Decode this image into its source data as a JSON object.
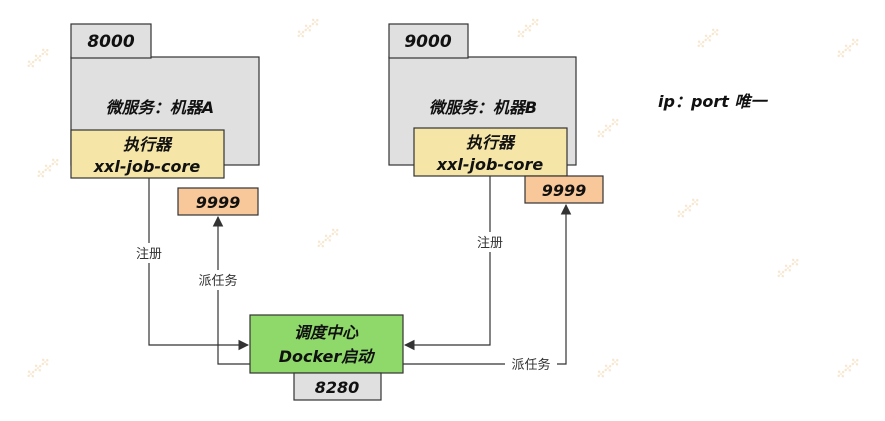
{
  "diagram": {
    "left_service": {
      "port": "8000",
      "title": "微服务：机器A",
      "executor_line1": "执行器",
      "executor_line2": "xxl-job-core",
      "executor_port": "9999"
    },
    "right_service": {
      "port": "9000",
      "title": "微服务：机器B",
      "executor_line1": "执行器",
      "executor_line2": "xxl-job-core",
      "executor_port": "9999"
    },
    "note": "ip：port 唯一",
    "scheduler": {
      "line1": "调度中心",
      "line2": "Docker启动",
      "port": "8280"
    },
    "edges": {
      "left_register": "注册",
      "left_dispatch": "派任务",
      "right_register": "注册",
      "right_dispatch": "派任务"
    },
    "colors": {
      "service_fill": "#e0e0e0",
      "executor_fill": "#f5e6a8",
      "port_fill": "#f8c89a",
      "scheduler_fill": "#8fd96a",
      "line": "#333333"
    }
  }
}
